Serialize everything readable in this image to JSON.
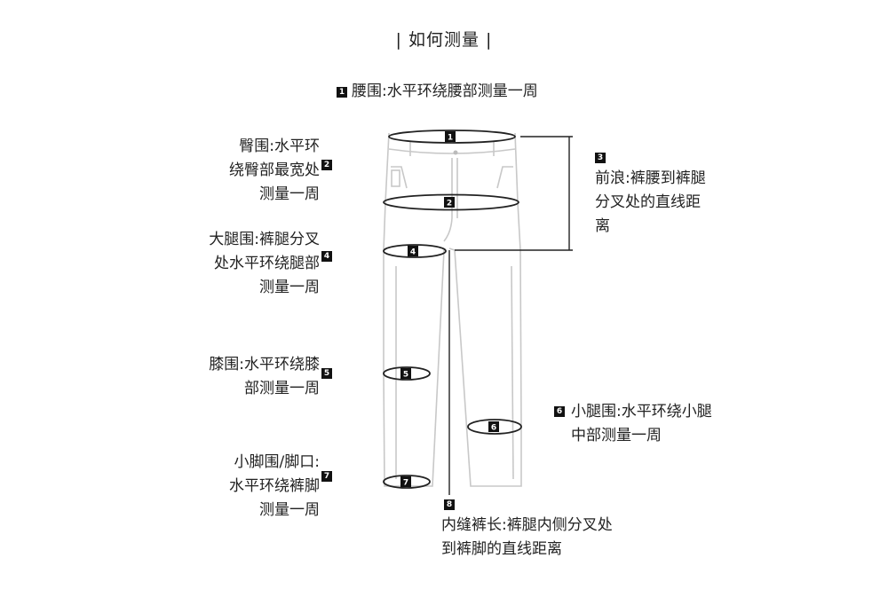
{
  "title": "| 如何测量 |",
  "colors": {
    "outline": "#c8c8c8",
    "dark": "#222222",
    "badge_bg": "#111111"
  },
  "badges": [
    "1",
    "2",
    "3",
    "4",
    "5",
    "6",
    "7",
    "8"
  ],
  "measurements": {
    "waist": {
      "num": "1",
      "lines": [
        "腰围:水平环绕腰部测量一周"
      ]
    },
    "hip": {
      "num": "2",
      "lines": [
        "臀围:水平环",
        "绕臀部最宽处",
        "测量一周"
      ]
    },
    "rise": {
      "num": "3",
      "lines": [
        "前浪:裤腰到裤腿",
        "分叉处的直线距",
        "离"
      ]
    },
    "thigh": {
      "num": "4",
      "lines": [
        "大腿围:裤腿分叉",
        "处水平环绕腿部",
        "测量一周"
      ]
    },
    "knee": {
      "num": "5",
      "lines": [
        "膝围:水平环绕膝",
        "部测量一周"
      ]
    },
    "calf": {
      "num": "6",
      "lines": [
        "小腿围:水平环绕小腿",
        "中部测量一周"
      ]
    },
    "hem": {
      "num": "7",
      "lines": [
        "小脚围/脚口:",
        "水平环绕裤脚",
        "测量一周"
      ]
    },
    "inseam": {
      "num": "8",
      "lines": [
        "内缝裤长:裤腿内侧分叉处",
        "到裤脚的直线距离"
      ]
    }
  }
}
